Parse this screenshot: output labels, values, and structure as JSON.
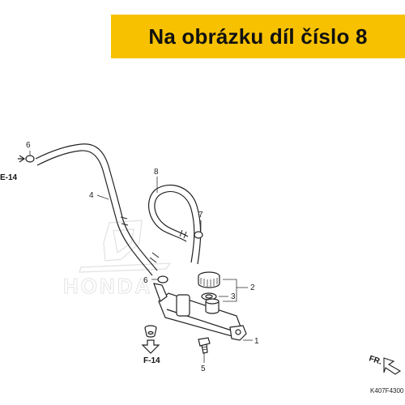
{
  "banner": {
    "text": "Na obrázku díl číslo 8",
    "color": "#f7c100"
  },
  "diagram": {
    "part_labels": {
      "p1": "1",
      "p2": "2",
      "p3": "3",
      "p4": "4",
      "p5": "5",
      "p6a": "6",
      "p6b": "6",
      "p7": "7",
      "p8": "8"
    },
    "ref_labels": {
      "e14": "E-14",
      "f14": "F-14"
    },
    "direction_label": "FR.",
    "drawing_code": "K407F4300",
    "watermark_brand": "HONDA"
  }
}
